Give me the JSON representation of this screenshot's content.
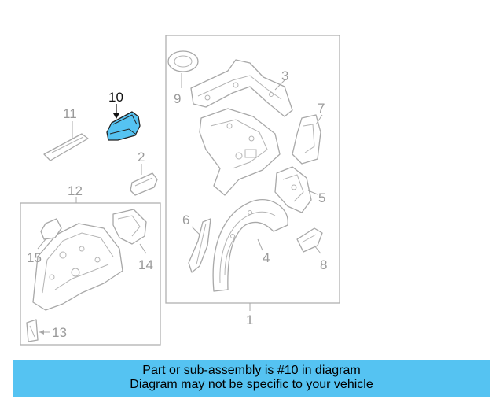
{
  "callouts": {
    "c1": "1",
    "c2": "2",
    "c3": "3",
    "c4": "4",
    "c5": "5",
    "c6": "6",
    "c7": "7",
    "c8": "8",
    "c9": "9",
    "c10": "10",
    "c11": "11",
    "c12": "12",
    "c13": "13",
    "c14": "14",
    "c15": "15"
  },
  "highlight": {
    "part_number": "10",
    "color": "#55c3f2"
  },
  "banner": {
    "line1": "Part or sub-assembly is #10 in diagram",
    "line2": "Diagram may not be specific to your vehicle",
    "background": "#55c3f2"
  }
}
